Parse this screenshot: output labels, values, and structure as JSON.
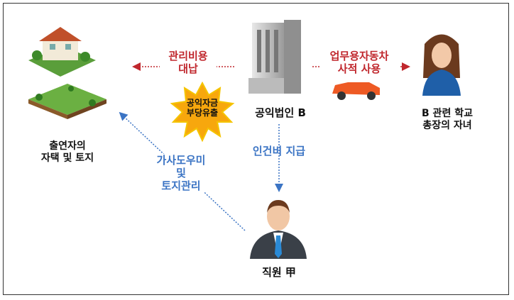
{
  "colors": {
    "red": "#c0272d",
    "blue": "#3b74c4",
    "star": "#f7a70d"
  },
  "nodes": {
    "donor_property": {
      "line1": "출연자의",
      "line2": "자택 및 토지"
    },
    "foundation": {
      "label": "공익법인 B"
    },
    "child": {
      "line1": "B 관련 학교",
      "line2": "총장의 자녀"
    },
    "employee": {
      "label": "직원 甲"
    }
  },
  "edges": {
    "management_fee": {
      "line1": "관리비용",
      "line2": "대납"
    },
    "car_use": {
      "line1": "업무용자동차",
      "line2": "사적 사용"
    },
    "salary": {
      "label": "인건비 지급"
    },
    "housework": {
      "line1": "가사도우미",
      "line2": "및",
      "line3": "토지관리"
    }
  },
  "badge": {
    "line1": "공익자금",
    "line2": "부당유출"
  }
}
